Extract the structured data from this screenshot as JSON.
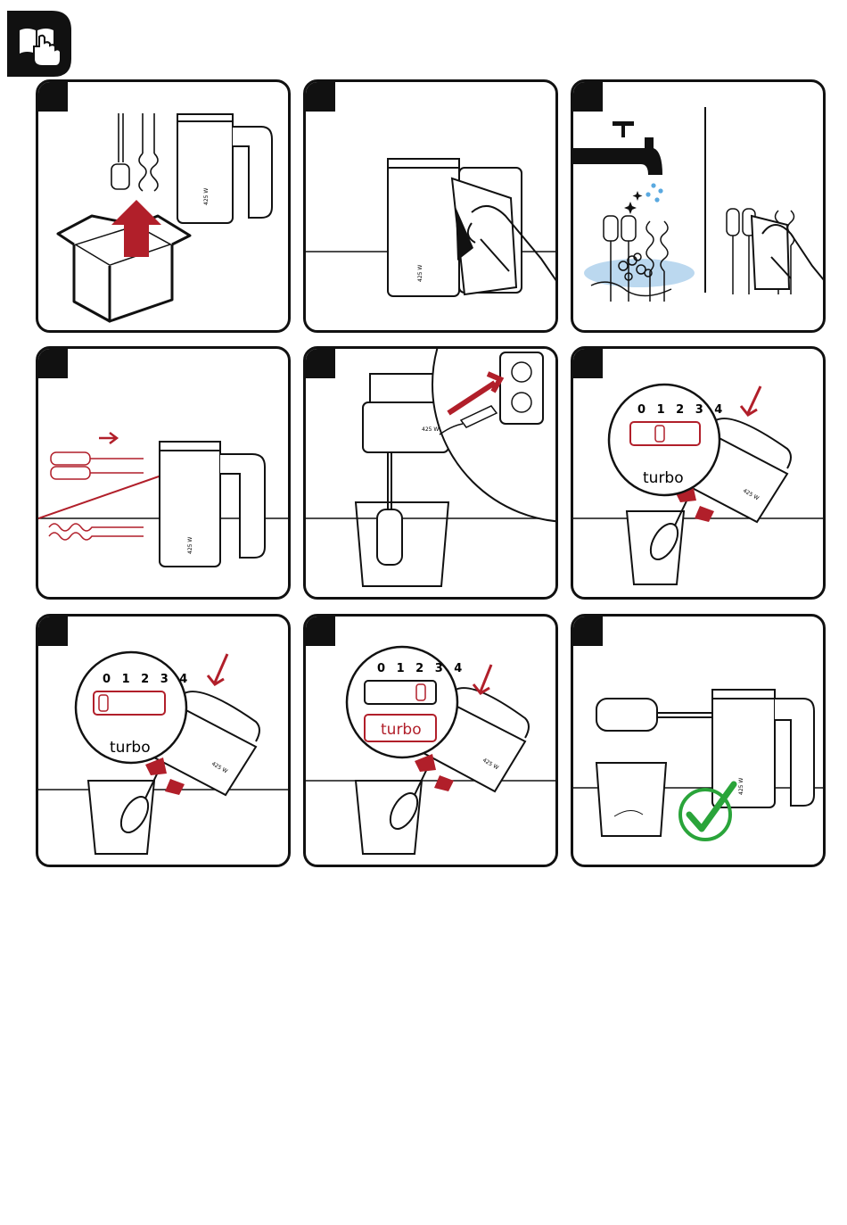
{
  "icons": {
    "manual": "read-manual-icon",
    "checkmark": "checkmark-icon",
    "arrow": "arrow-icon"
  },
  "colors": {
    "ink": "#111111",
    "accent_red": "#b11f2a",
    "water_blue": "#9ec7e8",
    "check_green": "#2aa43a"
  },
  "labels": {
    "power_rating": "425 W",
    "speed_scale": "0 1 2 3 4",
    "turbo": "turbo"
  },
  "steps": [
    {
      "id": 1
    },
    {
      "id": 2
    },
    {
      "id": 3
    },
    {
      "id": 4
    },
    {
      "id": 5
    },
    {
      "id": 6
    },
    {
      "id": 7
    },
    {
      "id": 8
    },
    {
      "id": 9
    }
  ]
}
